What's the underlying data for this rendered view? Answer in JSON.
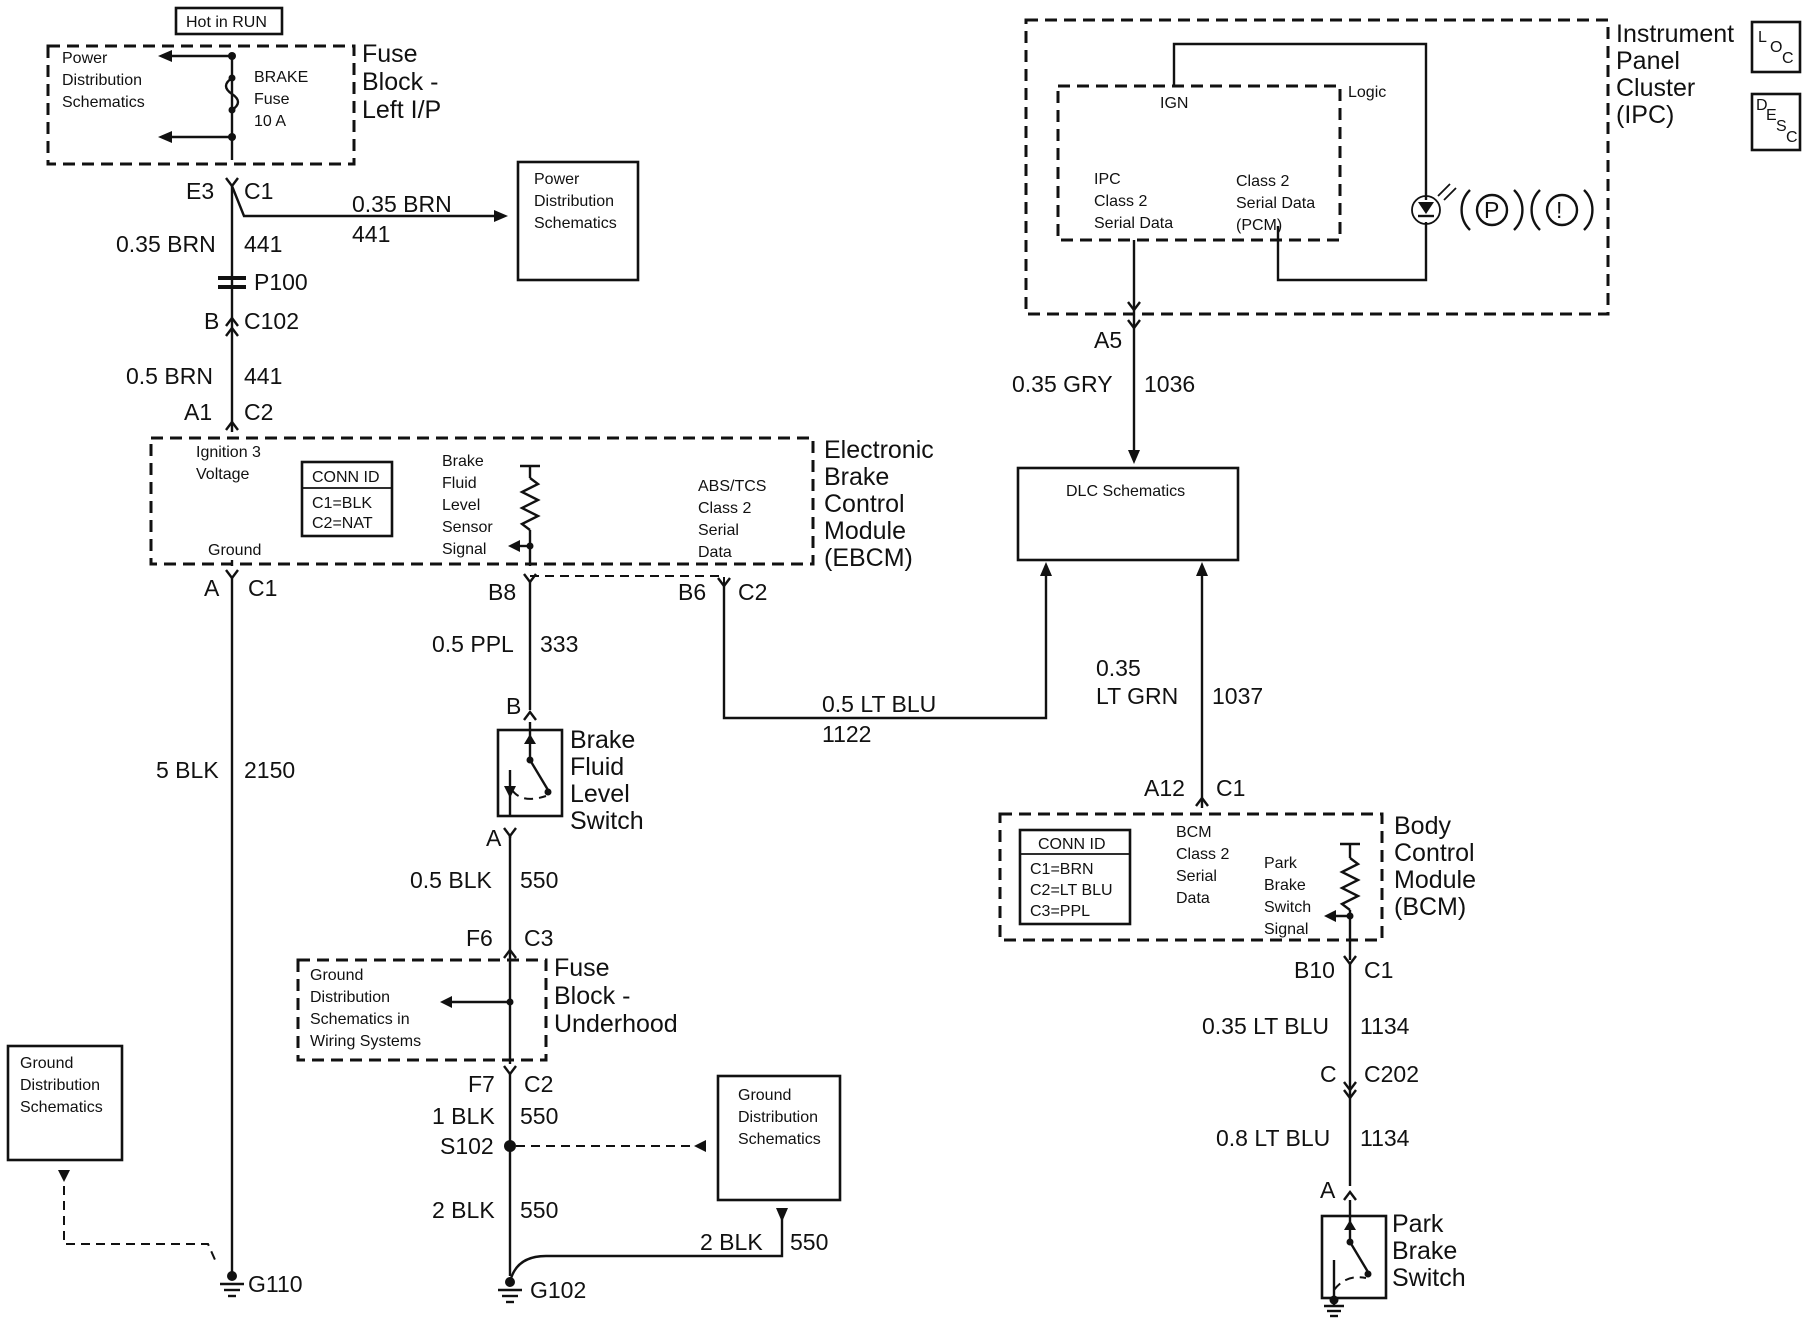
{
  "labels": {
    "hot_in_run": "Hot in RUN",
    "fuse_block_left": [
      "Fuse",
      "Block -",
      "Left I/P"
    ],
    "power_dist_left": [
      "Power",
      "Distribution",
      "Schematics"
    ],
    "brake_fuse": [
      "BRAKE",
      "Fuse",
      "10 A"
    ],
    "e3": "E3",
    "c1_top": "C1",
    "w_035brn_r": "0.35 BRN",
    "w_441_r": "441",
    "power_dist_mid": [
      "Power",
      "Distribution",
      "Schematics"
    ],
    "w_035brn": "0.35 BRN",
    "w_441a": "441",
    "p100": "P100",
    "b_c102": "B",
    "c102": "C102",
    "w_05brn": "0.5 BRN",
    "w_441b": "441",
    "a1": "A1",
    "c2_ebcm_top": "C2",
    "ign3": [
      "Ignition 3",
      "Voltage"
    ],
    "conn_id_ebcm": [
      "CONN ID",
      "C1=BLK",
      "C2=NAT"
    ],
    "brake_fluid_sensor": [
      "Brake",
      "Fluid",
      "Level",
      "Sensor",
      "Signal"
    ],
    "abs_tcs": [
      "ABS/TCS",
      "Class 2",
      "Serial",
      "Data"
    ],
    "ground_ebcm": "Ground",
    "ebcm": [
      "Electronic",
      "Brake",
      "Control",
      "Module",
      "(EBCM)"
    ],
    "a_c1": "A",
    "c1_ebcm": "C1",
    "b8": "B8",
    "b6": "B6",
    "c2_ebcm": "C2",
    "w_05ppl": "0.5 PPL",
    "w_333": "333",
    "b_switch": "B",
    "bfls": [
      "Brake",
      "Fluid",
      "Level",
      "Switch"
    ],
    "a_switch": "A",
    "w_5blk": "5 BLK",
    "w_2150": "2150",
    "w_05blk": "0.5 BLK",
    "w_550a": "550",
    "f6": "F6",
    "c3": "C3",
    "ground_dist_wiring": [
      "Ground",
      "Distribution",
      "Schematics in",
      "Wiring Systems"
    ],
    "fuse_underhood": [
      "Fuse",
      "Block -",
      "Underhood"
    ],
    "f7": "F7",
    "c2_uh": "C2",
    "w_1blk": "1 BLK",
    "w_550b": "550",
    "s102": "S102",
    "ground_dist_left": [
      "Ground",
      "Distribution",
      "Schematics"
    ],
    "ground_dist_mid": [
      "Ground",
      "Distribution",
      "Schematics"
    ],
    "w_2blk": "2 BLK",
    "w_550c": "550",
    "w_2blk_r": "2 BLK",
    "w_550d": "550",
    "g110": "G110",
    "g102": "G102",
    "w_05ltblu": "0.5 LT BLU",
    "w_1122": "1122",
    "ipc": [
      "Instrument",
      "Panel",
      "Cluster",
      "(IPC)"
    ],
    "logic": "Logic",
    "ign": "IGN",
    "ipc_class2": [
      "IPC",
      "Class 2",
      "Serial Data"
    ],
    "pcm_class2": [
      "Class 2",
      "Serial Data",
      "(PCM)"
    ],
    "loc": [
      "L",
      "O",
      "C"
    ],
    "desc": [
      "D",
      "E",
      "S",
      "C"
    ],
    "ind_p": "P",
    "ind_ex": "!",
    "a5": "A5",
    "w_035gry": "0.35 GRY",
    "w_1036": "1036",
    "dlc": "DLC Schematics",
    "w_035": "0.35",
    "w_ltgrn": "LT GRN",
    "w_1037": "1037",
    "a12": "A12",
    "c1_bcm_top": "C1",
    "conn_id_bcm": [
      "CONN ID",
      "C1=BRN",
      "C2=LT BLU",
      "C3=PPL"
    ],
    "bcm_class2": [
      "BCM",
      "Class 2",
      "Serial",
      "Data"
    ],
    "park_brake_signal": [
      "Park",
      "Brake",
      "Switch",
      "Signal"
    ],
    "bcm": [
      "Body",
      "Control",
      "Module",
      "(BCM)"
    ],
    "b10": "B10",
    "c1_bcm": "C1",
    "w_035ltblu": "0.35 LT BLU",
    "w_1134a": "1134",
    "c_c202": "C",
    "c202": "C202",
    "w_08ltblu": "0.8 LT BLU",
    "w_1134b": "1134",
    "a_park": "A",
    "park_switch": [
      "Park",
      "Brake",
      "Switch"
    ]
  }
}
